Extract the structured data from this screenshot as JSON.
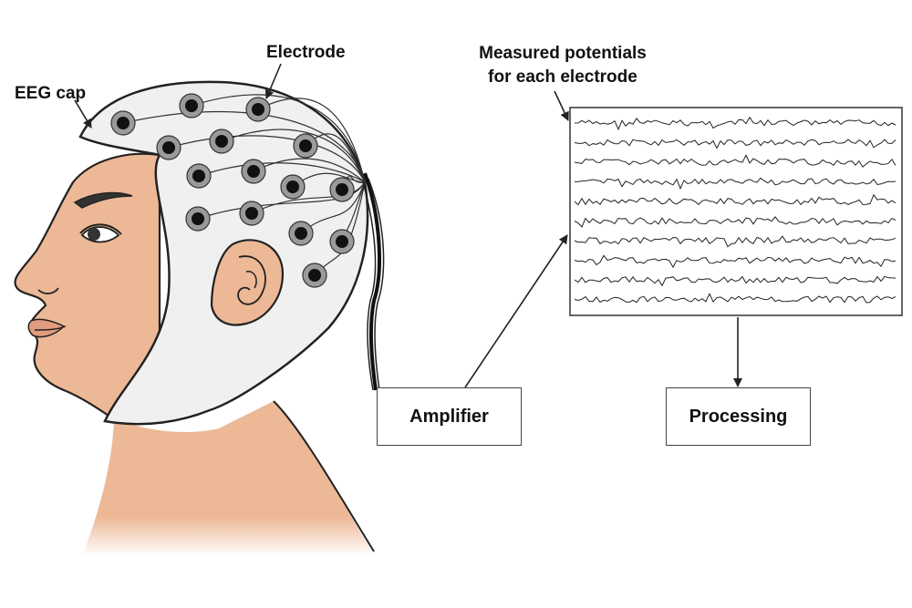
{
  "labels": {
    "eeg_cap": "EEG cap",
    "electrode": "Electrode",
    "measured_line1": "Measured potentials",
    "measured_line2": "for each electrode"
  },
  "boxes": {
    "amplifier": "Amplifier",
    "processing": "Processing"
  },
  "colors": {
    "skin": "#EDB896",
    "cap": "#F0F0F0",
    "outline": "#222222",
    "electrode_ring": "#9A9A9A",
    "electrode_core": "#111111"
  },
  "signal_trace_count": 10
}
